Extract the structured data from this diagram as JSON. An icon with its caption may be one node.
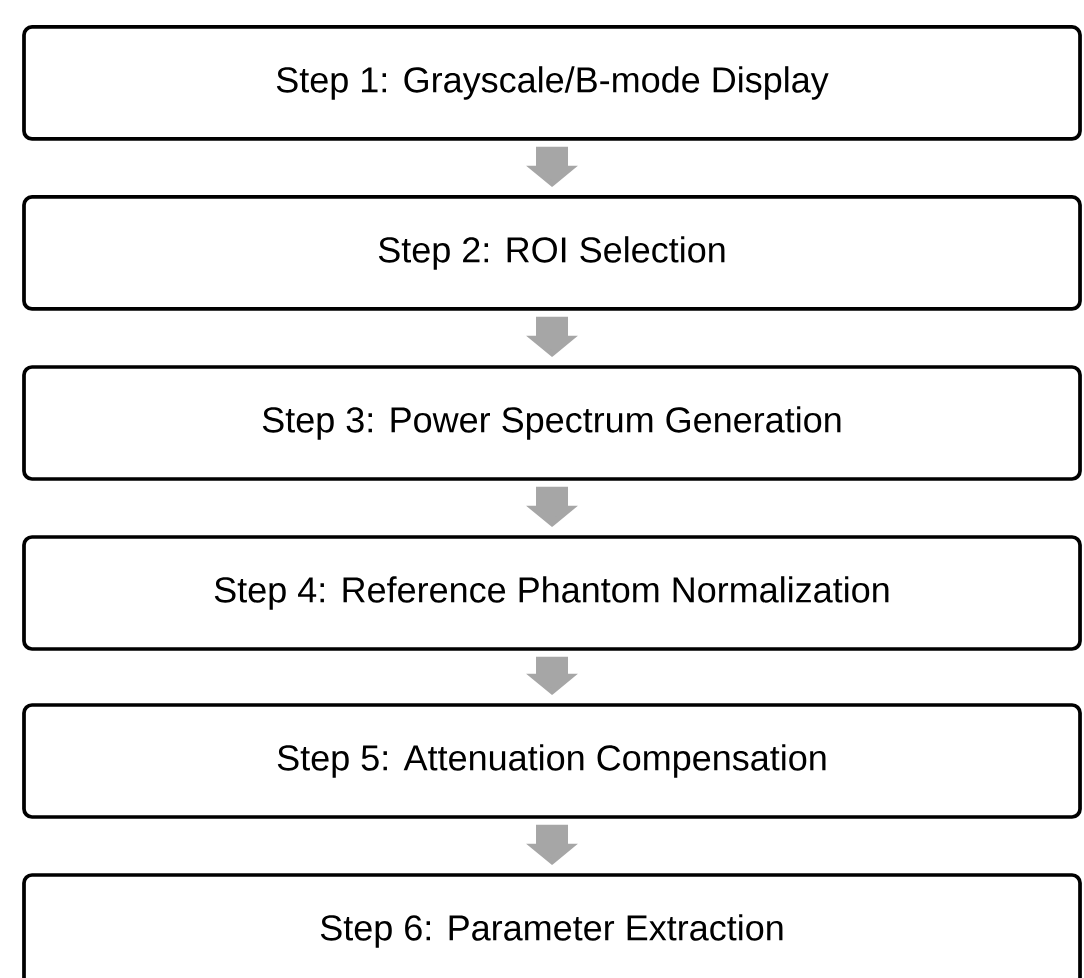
{
  "diagram": {
    "nodes": [
      {
        "text": [
          "Step 1: Grayscale/B-mode Display"
        ]
      },
      {
        "text": [
          "Step 2: ROI Selection"
        ]
      },
      {
        "text": [
          "Step 3: Power Spectrum Generation"
        ]
      },
      {
        "text": [
          "Step 4: Reference Phantom Normalization"
        ]
      },
      {
        "text": [
          "Step 5: Attenuation Compensation"
        ]
      },
      {
        "text": [
          "Step 6: Parameter Extraction"
        ]
      }
    ],
    "edges": [
      {
        "from": 0,
        "to": 1,
        "arrow": "to"
      },
      {
        "from": 1,
        "to": 2,
        "arrow": "to"
      },
      {
        "from": 2,
        "to": 3,
        "arrow": "to"
      },
      {
        "from": 3,
        "to": 4,
        "arrow": "to"
      },
      {
        "from": 4,
        "to": 5,
        "arrow": "to"
      }
    ]
  }
}
